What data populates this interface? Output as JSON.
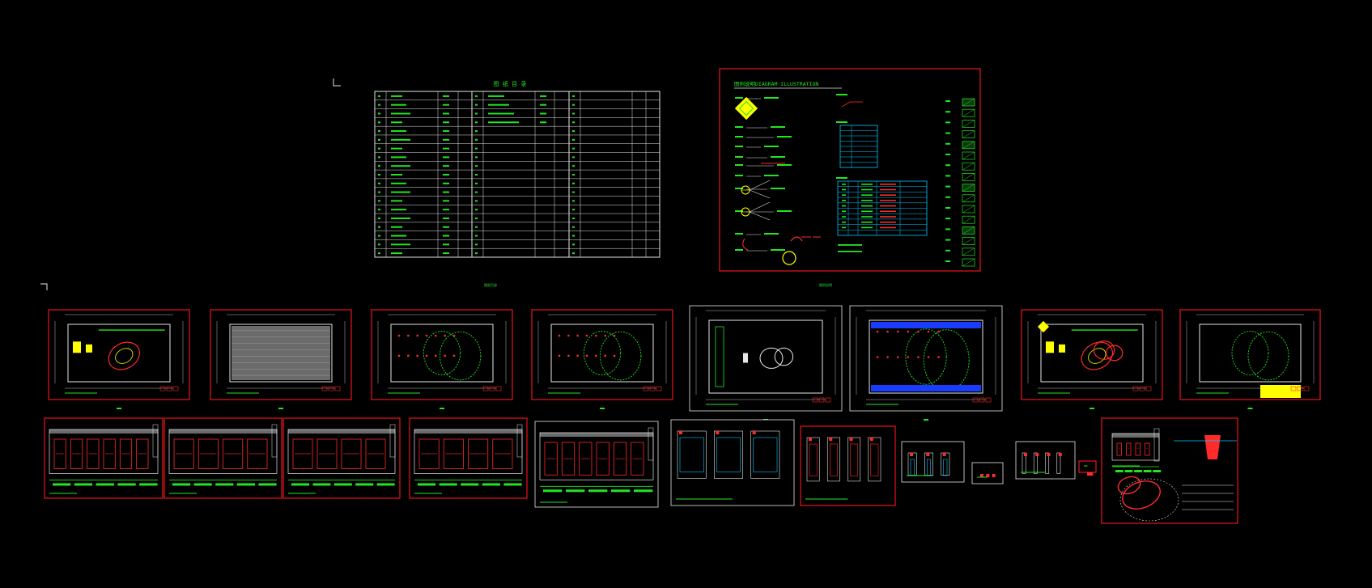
{
  "colors": {
    "background": "#000000",
    "frame_red": "#e8141c",
    "frame_white": "#e6e6e6",
    "cad_green": "#22e622",
    "cad_yellow": "#ffff00",
    "cad_cyan": "#00c8ff",
    "cad_red": "#ff2a2a",
    "cad_magenta": "#ff40ff"
  },
  "drawing_index": {
    "title": "图 纸 目 录",
    "left_rows": 18,
    "middle_rows": 18,
    "right_rows": 18
  },
  "legend_sheet": {
    "title": "图例说明DIAGRAM ILLUSTRATION",
    "symbol_rows": 16
  },
  "row_labels": {
    "left": "图纸目录",
    "right": "图例说明"
  },
  "sheet_icons": [
    "plan-sheet-icon",
    "ceiling-sheet-icon",
    "lighting-sheet-icon",
    "socket-sheet-icon",
    "furniture-sheet-icon",
    "floor-sheet-icon",
    "layout-sheet-icon",
    "elevation-sheet-icon"
  ]
}
